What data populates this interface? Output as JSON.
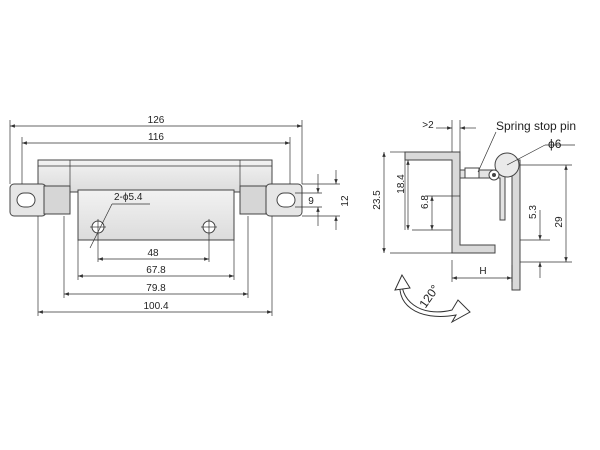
{
  "front_view": {
    "overall_width": "126",
    "width_116": "116",
    "hole_callout": "2-ϕ5.4",
    "hole_spacing": "48",
    "dim_67_8": "67.8",
    "dim_79_8": "79.8",
    "dim_100_4": "100.4",
    "slot_height": "9",
    "ear_height": "12"
  },
  "side_view": {
    "offset_label": ">2",
    "spring_stop_pin_label": "Spring stop pin",
    "pin_diameter": "ϕ6",
    "dim_23_5": "23.5",
    "dim_18_4": "18.4",
    "dim_6_8": "6.8",
    "dim_5_3": "5.3",
    "dim_29": "29",
    "dim_h": "H",
    "rotation_angle": "120°"
  },
  "colors": {
    "line": "#333333",
    "part_fill": "#e4e4e4",
    "part_dark": "#bdbdbd"
  }
}
